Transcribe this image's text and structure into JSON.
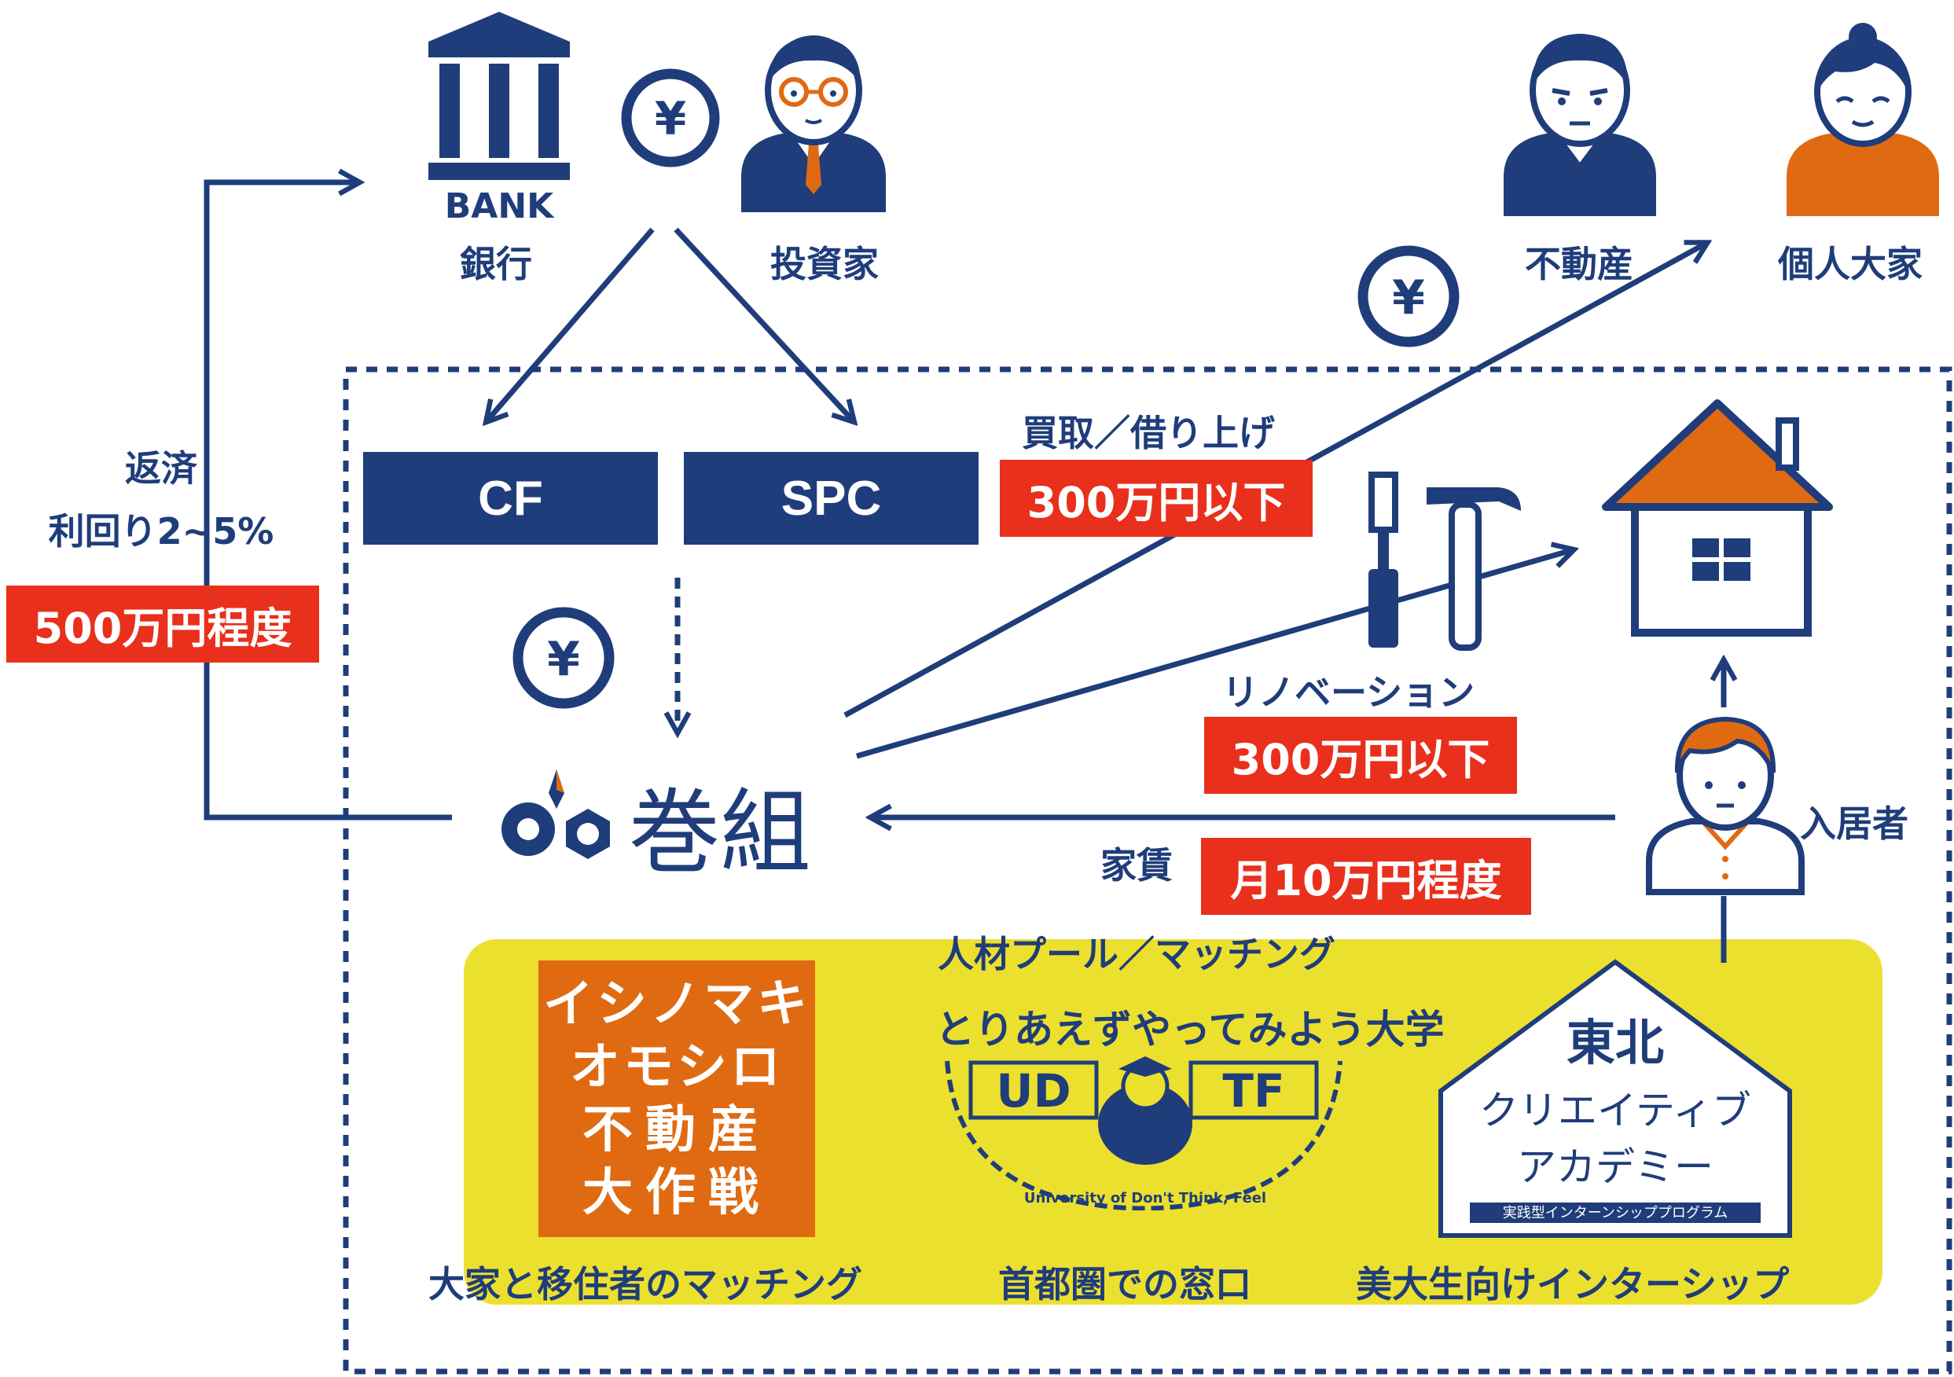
{
  "colors": {
    "navy": "#1f3d7a",
    "red": "#e8301c",
    "orange": "#e06a12",
    "yellow": "#ece02f"
  },
  "bank": {
    "icon_text": "BANK",
    "label": "銀行"
  },
  "investor": {
    "label": "投資家"
  },
  "realestate": {
    "label": "不動産"
  },
  "landlord": {
    "label": "個人大家"
  },
  "repayment": {
    "line1": "返済",
    "line2": "利回り2~5%",
    "amount": "500万円程度"
  },
  "funds": {
    "cf": "CF",
    "spc": "SPC"
  },
  "purchase": {
    "label": "買取／借り上げ",
    "amount": "300万円以下"
  },
  "renovation": {
    "label": "リノベーション",
    "amount": "300万円以下"
  },
  "rent": {
    "label": "家賃",
    "amount": "月10万円程度"
  },
  "company": {
    "name": "巻組"
  },
  "resident": {
    "label": "入居者"
  },
  "yen_symbol": "¥",
  "pool": {
    "title": "人材プール／マッチング",
    "logo1": {
      "lines": [
        "イシノマキ",
        "オモシロ",
        "不動産",
        "大作戦"
      ],
      "caption": "大家と移住者のマッチング"
    },
    "logo2": {
      "title": "とりあえずやってみよう大学",
      "left": "UD",
      "right": "TF",
      "sub": "University of Don't Think, Feel",
      "caption": "首都圏での窓口"
    },
    "logo3": {
      "line1": "東北",
      "line2": "クリエイティブ",
      "line3": "アカデミー",
      "sub": "実践型インターンシッププログラム",
      "caption": "美大生向けインターシップ"
    }
  }
}
